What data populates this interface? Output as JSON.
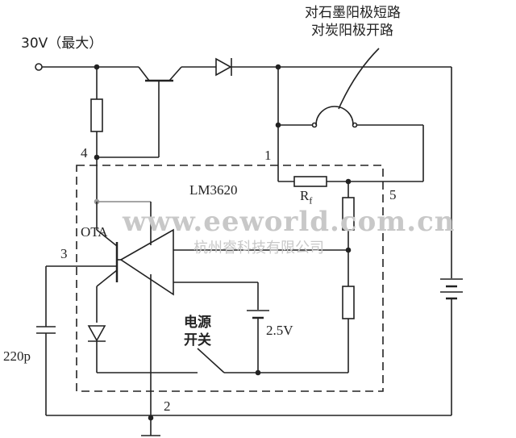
{
  "annotation": {
    "line1": "对石墨阳极短路",
    "line2": "对炭阳极开路"
  },
  "supply_label": "30V（最大）",
  "pins": {
    "p4": "4",
    "p1": "1",
    "p5": "5",
    "p3": "3",
    "p2": "2"
  },
  "chip_label": "LM3620",
  "resistor_label": "R",
  "resistor_sub": "f",
  "ota_label": "OTA",
  "reference_label": "2.5V",
  "switch_label": {
    "line1": "电源",
    "line2": "开关"
  },
  "capacitor_label": "220p",
  "watermark": {
    "company": "杭州睿科技有限公司",
    "site": "www.eeworld.com.cn"
  }
}
